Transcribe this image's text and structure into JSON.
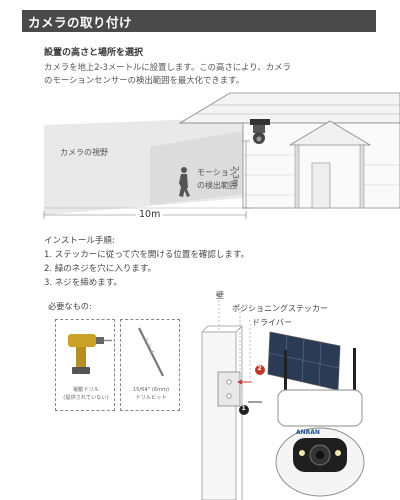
{
  "header": {
    "title": "カメラの取り付け"
  },
  "section": {
    "subtitle": "設置の高さと場所を選択",
    "desc_line1": "カメラを地上2-3メートルに設置します。この高さにより、カメラ",
    "desc_line2": "のモーションセンサーの検出範囲を最大化できます。"
  },
  "diagram": {
    "view_label": "カメラの視野",
    "detect_label_1": "モーション",
    "detect_label_2": "の検出範囲",
    "height_label": "2-3m",
    "distance_label": "10m"
  },
  "steps": {
    "title": "インストール手順:",
    "items": [
      "1. ステッカーに従って穴を開ける位置を確認します。",
      "2. 緑のネジを穴に入ります。",
      "3. ネジを締めます。"
    ]
  },
  "tools": {
    "label": "必要なもの:",
    "drill_caption_1": "電動ドリル",
    "drill_caption_2": "(提供されていない)",
    "bit_caption_1": "15/64\" (6mm)",
    "bit_caption_2": "ドリルビット"
  },
  "install": {
    "wall_label": "壁",
    "sticker_label": "ポジショニングステッカー",
    "driver_label": "ドライバー",
    "brand": "ANRAN",
    "marker_1": "1",
    "marker_2": "2"
  },
  "colors": {
    "header_bg": "#4a4a4a",
    "marker": "#c0392b",
    "panel": "#2b3a55",
    "line": "#888888"
  }
}
